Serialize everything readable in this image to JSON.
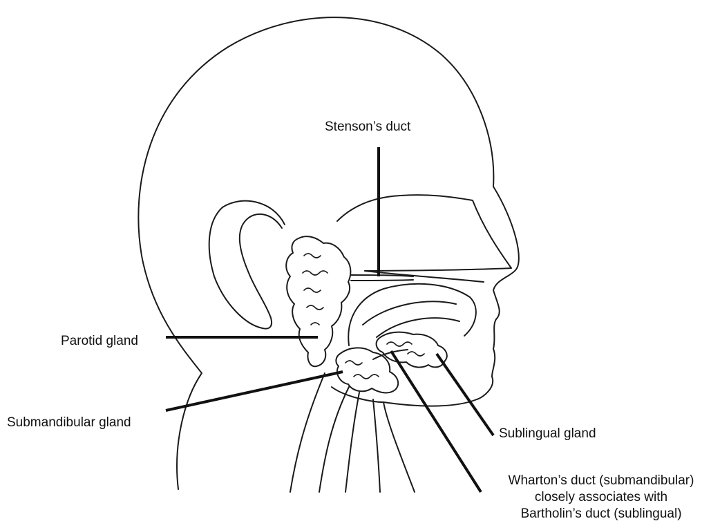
{
  "labels": {
    "stenson": "Stenson’s duct",
    "parotid": "Parotid gland",
    "submandibular": "Submandibular gland",
    "sublingual": "Sublingual gland",
    "wharton_line1": "Wharton’s duct (submandibular)",
    "wharton_line2": "closely associates with",
    "wharton_line3": "Bartholin’s duct (sublingual)"
  },
  "colors": {
    "line": "#1a1a1a",
    "background": "#ffffff"
  }
}
